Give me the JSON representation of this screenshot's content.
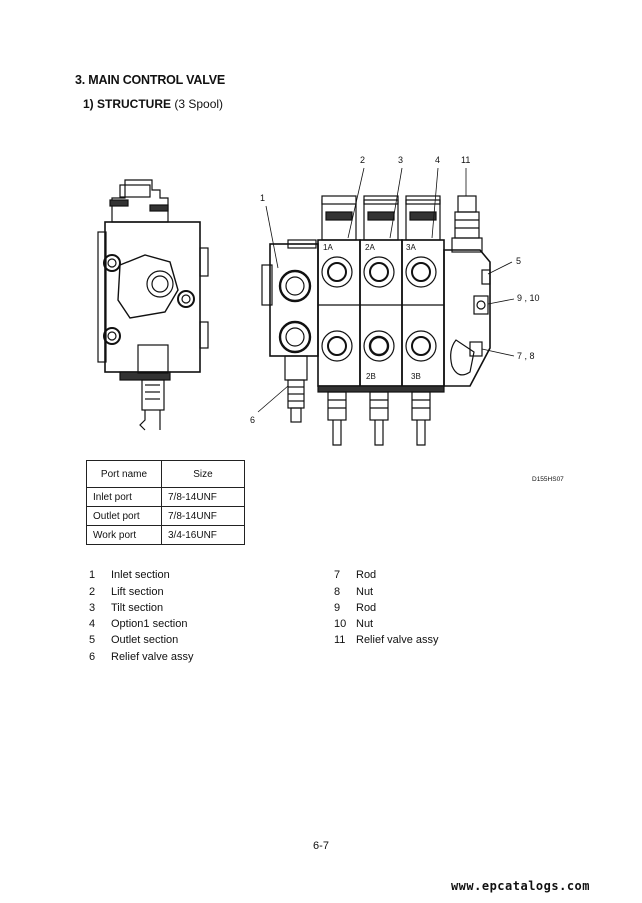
{
  "heading": {
    "number_title": "3. MAIN CONTROL VALVE"
  },
  "subheading": {
    "label": "1) STRUCTURE",
    "note": "(3 Spool)"
  },
  "drawing": {
    "code": "D155HS07",
    "callouts": [
      "1",
      "2",
      "3",
      "4",
      "5",
      "6",
      "7 , 8",
      "9 , 10",
      "11"
    ],
    "port_labels": [
      "1A",
      "2A",
      "3A",
      "2B",
      "3B"
    ]
  },
  "port_table": {
    "headers": [
      "Port name",
      "Size"
    ],
    "rows": [
      [
        "Inlet port",
        "7/8-14UNF"
      ],
      [
        "Outlet port",
        "7/8-14UNF"
      ],
      [
        "Work port",
        "3/4-16UNF"
      ]
    ]
  },
  "legend": [
    {
      "num": "1",
      "label": "Inlet section"
    },
    {
      "num": "2",
      "label": "Lift section"
    },
    {
      "num": "3",
      "label": "Tilt section"
    },
    {
      "num": "4",
      "label": "Option1 section"
    },
    {
      "num": "5",
      "label": "Outlet section"
    },
    {
      "num": "6",
      "label": "Relief valve assy"
    },
    {
      "num": "7",
      "label": "Rod"
    },
    {
      "num": "8",
      "label": "Nut"
    },
    {
      "num": "9",
      "label": "Rod"
    },
    {
      "num": "10",
      "label": "Nut"
    },
    {
      "num": "11",
      "label": "Relief valve assy"
    }
  ],
  "footer": {
    "page": "6-7",
    "watermark": "www.epcatalogs.com"
  }
}
